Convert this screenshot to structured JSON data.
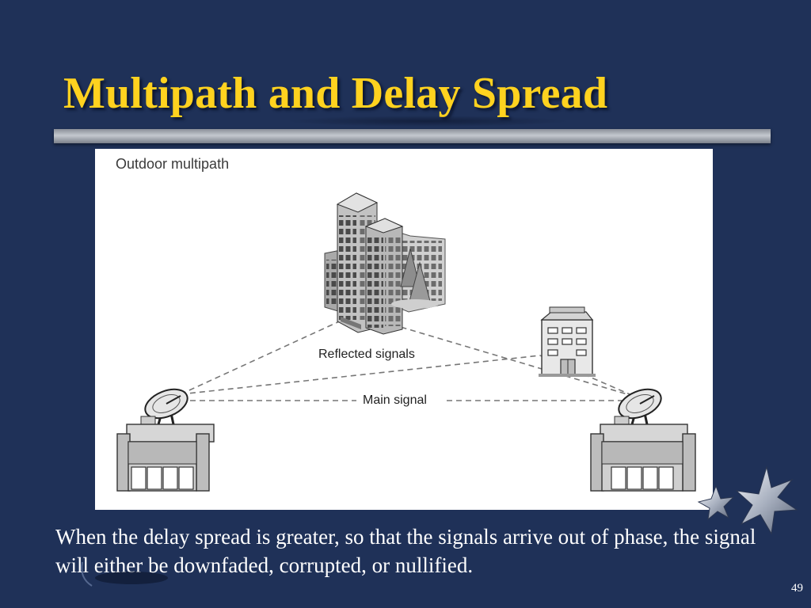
{
  "slide": {
    "title": "Multipath and Delay Spread",
    "body": "When the delay spread is greater, so that the signals arrive out of phase, the signal will either be downfaded, corrupted, or nullified.",
    "slide_number": "49"
  },
  "figure": {
    "caption": "Outdoor multipath",
    "reflected_label": "Reflected signals",
    "main_label": "Main signal",
    "icons": [
      "office-building-cluster-icon",
      "small-office-building-icon",
      "satellite-dish-icon",
      "ground-station-building-icon"
    ]
  },
  "colors": {
    "background": "#1f3158",
    "title": "#ffd21f",
    "body_text": "#ffffff",
    "figure_background": "#ffffff"
  }
}
